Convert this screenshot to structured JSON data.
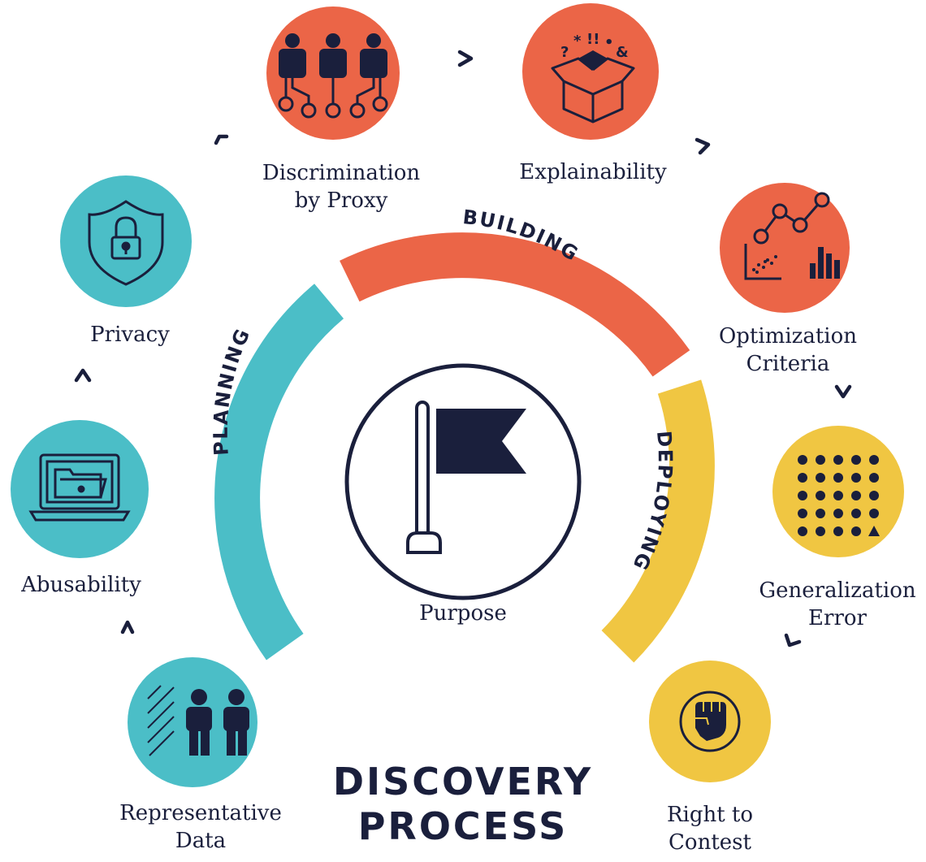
{
  "title": {
    "line1": "DISCOVERY",
    "line2": "PROCESS"
  },
  "center": {
    "label": "Purpose",
    "icon": "flag-icon"
  },
  "phases": {
    "planning": "PLANNING",
    "building": "BUILDING",
    "deploying": "DEPLOYING"
  },
  "colors": {
    "teal": "#4bbec7",
    "orange": "#eb6547",
    "yellow": "#f0c642",
    "navy": "#1a1f3c"
  },
  "nodes": {
    "representative_data": {
      "label": "Representative\nData",
      "icon": "people-icon"
    },
    "abusability": {
      "label": "Abusability",
      "icon": "laptop-folder-icon"
    },
    "privacy": {
      "label": "Privacy",
      "icon": "shield-lock-icon"
    },
    "discrimination": {
      "label": "Discrimination\nby Proxy",
      "icon": "network-people-icon"
    },
    "explainability": {
      "label": "Explainability",
      "icon": "open-box-icon"
    },
    "optimization": {
      "label": "Optimization\nCriteria",
      "icon": "charts-icon"
    },
    "generalization": {
      "label": "Generalization\nError",
      "icon": "dot-grid-icon"
    },
    "right_to_contest": {
      "label": "Right to\nContest",
      "icon": "fist-icon"
    }
  }
}
